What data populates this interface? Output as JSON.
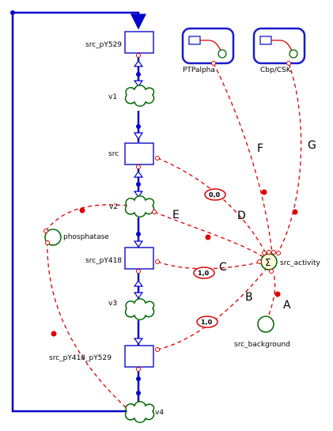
{
  "species": {
    "src_pY529": "src_pY529",
    "src": "src",
    "src_pY418": "src_pY418",
    "src_pY418_pY529": "src_pY418_pY529"
  },
  "reactions": {
    "v1": "v1",
    "v2": "v2",
    "v3": "v3",
    "v4": "v4"
  },
  "modifiers": {
    "phosphatase": "phosphatase",
    "src_activity": "src_activity",
    "src_background": "src_background",
    "PTPalpha": "PTPalpha",
    "CbpCSK": "Cbp/CSK"
  },
  "edge_labels": {
    "A": "A",
    "B": "B",
    "C": "C",
    "D": "D",
    "E": "E",
    "F": "F",
    "G": "G"
  },
  "weights": {
    "w_src": "0,0",
    "w_pY418": "1,0",
    "w_pY418_pY529": "1,0"
  },
  "sum_symbol": "Σ",
  "colors": {
    "flow": "#0000cc",
    "modifier": "#dd0000",
    "node_border": "#1a1acc",
    "reaction": "#006600"
  }
}
